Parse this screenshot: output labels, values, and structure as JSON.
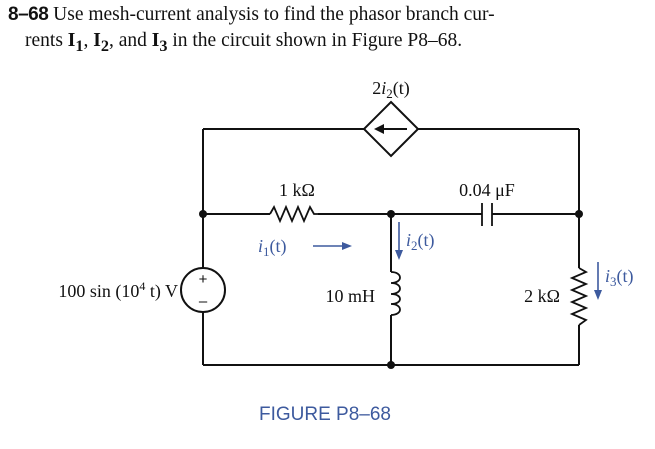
{
  "problem": {
    "number": "8–68",
    "line1": "Use mesh-current analysis to find the phasor branch cur-",
    "line2_pre": "rents ",
    "i1": "I",
    "i1_sub": "1",
    "sep1": ", ",
    "i2": "I",
    "i2_sub": "2",
    "sep2": ", and ",
    "i3": "I",
    "i3_sub": "3",
    "line2_post": " in the circuit shown in Figure P8–68."
  },
  "circuit": {
    "dependent_source": {
      "coef": "2",
      "var": "i",
      "sub": "2",
      "arg": "(t)"
    },
    "resistor_1k": "1 kΩ",
    "capacitor": "0.04 μF",
    "inductor": "10 mH",
    "resistor_2k": "2 kΩ",
    "source": {
      "pre": "100 sin (10",
      "exp": "4",
      "post": " t) V",
      "plus": "+",
      "minus": "–"
    },
    "current_i1": {
      "var": "i",
      "sub": "1",
      "arg": "(t)"
    },
    "current_i2": {
      "var": "i",
      "sub": "2",
      "arg": "(t)"
    },
    "current_i3": {
      "var": "i",
      "sub": "3",
      "arg": "(t)"
    },
    "arrow_color": "#3d5a9e"
  },
  "caption": "FIGURE P8–68"
}
